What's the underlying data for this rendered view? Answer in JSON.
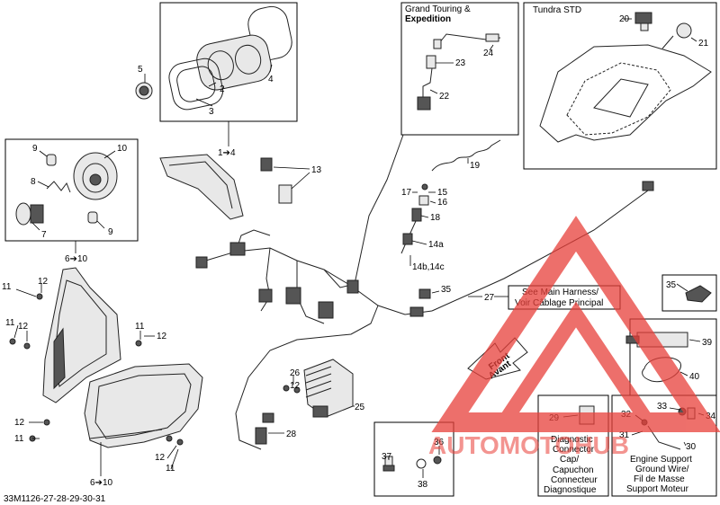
{
  "document_code": "33M1126-27-28-29-30-31",
  "box_grand_touring": {
    "line1": "Grand Touring &",
    "line2": "Expedition"
  },
  "box_tundra": {
    "title": "Tundra STD"
  },
  "note_main_harness": {
    "line1": "See Main Harness/",
    "line2": "Voir Câblage Principal"
  },
  "front_arrow": {
    "line1": "Front",
    "line2": "Avant"
  },
  "box_diag": {
    "lines": [
      "Diagnostic",
      "Connector",
      "Cap/",
      "Capuchon",
      "Connecteur",
      "Diagnostique"
    ]
  },
  "box_ground": {
    "lines": [
      "Engine Support",
      "Ground Wire/",
      "Fil de Masse",
      "Support Moteur"
    ]
  },
  "watermark": {
    "text": "AUTOMOTOHUB",
    "color": "#e8403a"
  },
  "callouts": {
    "c1_4": "1➔4",
    "c2": "2",
    "c3": "3",
    "c4": "4",
    "c5": "5",
    "c6_10a": "6➔10",
    "c6_10b": "6➔10",
    "c7": "7",
    "c8": "8",
    "c9a": "9",
    "c9b": "9",
    "c10": "10",
    "c11a": "11",
    "c11b": "11",
    "c11c": "11",
    "c11d": "11",
    "c11e": "11",
    "c12a": "12",
    "c12b": "12",
    "c12c": "12",
    "c12d": "12",
    "c12e": "12",
    "c13": "13",
    "c14a": "14a",
    "c14bc": "14b,14c",
    "c15": "15",
    "c16": "16",
    "c17": "17",
    "c18": "18",
    "c19": "19",
    "c20": "20",
    "c21": "21",
    "c22": "22",
    "c23": "23",
    "c24": "24",
    "c25": "25",
    "c26": "26",
    "c27": "27",
    "c28": "28",
    "c29": "29",
    "c30": "30",
    "c31": "31",
    "c32": "32",
    "c33": "33",
    "c34": "34",
    "c35a": "35",
    "c35b": "35",
    "c36": "36",
    "c37": "37",
    "c38": "38",
    "c39": "39",
    "c40": "40"
  }
}
